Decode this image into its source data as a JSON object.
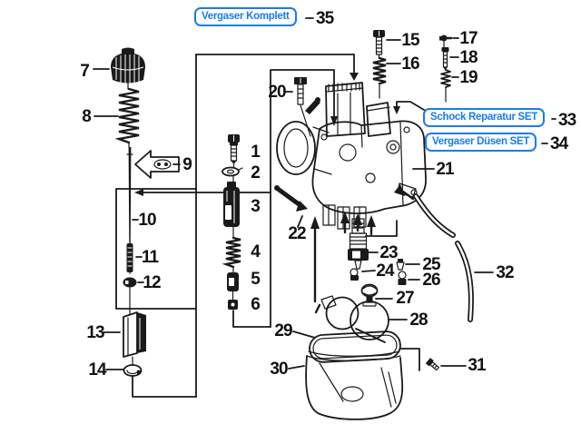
{
  "diagram": {
    "type": "exploded-parts-diagram",
    "subject": "carburetor",
    "colors": {
      "accent_blue": "#1a7ce8",
      "line": "#1a1a1a",
      "background": "#ffffff"
    },
    "set_labels": {
      "komplett": {
        "label": "Vergaser Komplett",
        "number": "35"
      },
      "schock": {
        "label": "Schock Reparatur SET",
        "number": "33"
      },
      "duesen": {
        "label": "Vergaser Düsen SET",
        "number": "34"
      }
    },
    "parts": [
      {
        "number": "1",
        "name": "screw"
      },
      {
        "number": "2",
        "name": "washer"
      },
      {
        "number": "3",
        "name": "plunger"
      },
      {
        "number": "4",
        "name": "spring"
      },
      {
        "number": "5",
        "name": "sleeve"
      },
      {
        "number": "6",
        "name": "nut"
      },
      {
        "number": "7",
        "name": "cap"
      },
      {
        "number": "8",
        "name": "spring"
      },
      {
        "number": "9",
        "name": "clip"
      },
      {
        "number": "10",
        "name": "needle"
      },
      {
        "number": "11",
        "name": "sleeve"
      },
      {
        "number": "12",
        "name": "clip"
      },
      {
        "number": "13",
        "name": "throttle-slide"
      },
      {
        "number": "14",
        "name": "ring"
      },
      {
        "number": "15",
        "name": "screw"
      },
      {
        "number": "16",
        "name": "spring"
      },
      {
        "number": "17",
        "name": "screw"
      },
      {
        "number": "18",
        "name": "adjusting-screw"
      },
      {
        "number": "19",
        "name": "spring"
      },
      {
        "number": "20",
        "name": "screw"
      },
      {
        "number": "21",
        "name": "carburetor-body"
      },
      {
        "number": "22",
        "name": "lever"
      },
      {
        "number": "23",
        "name": "jet-assembly"
      },
      {
        "number": "24",
        "name": "jet"
      },
      {
        "number": "25",
        "name": "jet"
      },
      {
        "number": "26",
        "name": "jet"
      },
      {
        "number": "27",
        "name": "float-valve"
      },
      {
        "number": "28",
        "name": "float"
      },
      {
        "number": "29",
        "name": "gasket"
      },
      {
        "number": "30",
        "name": "float-bowl"
      },
      {
        "number": "31",
        "name": "screw"
      },
      {
        "number": "32",
        "name": "hose"
      }
    ]
  }
}
